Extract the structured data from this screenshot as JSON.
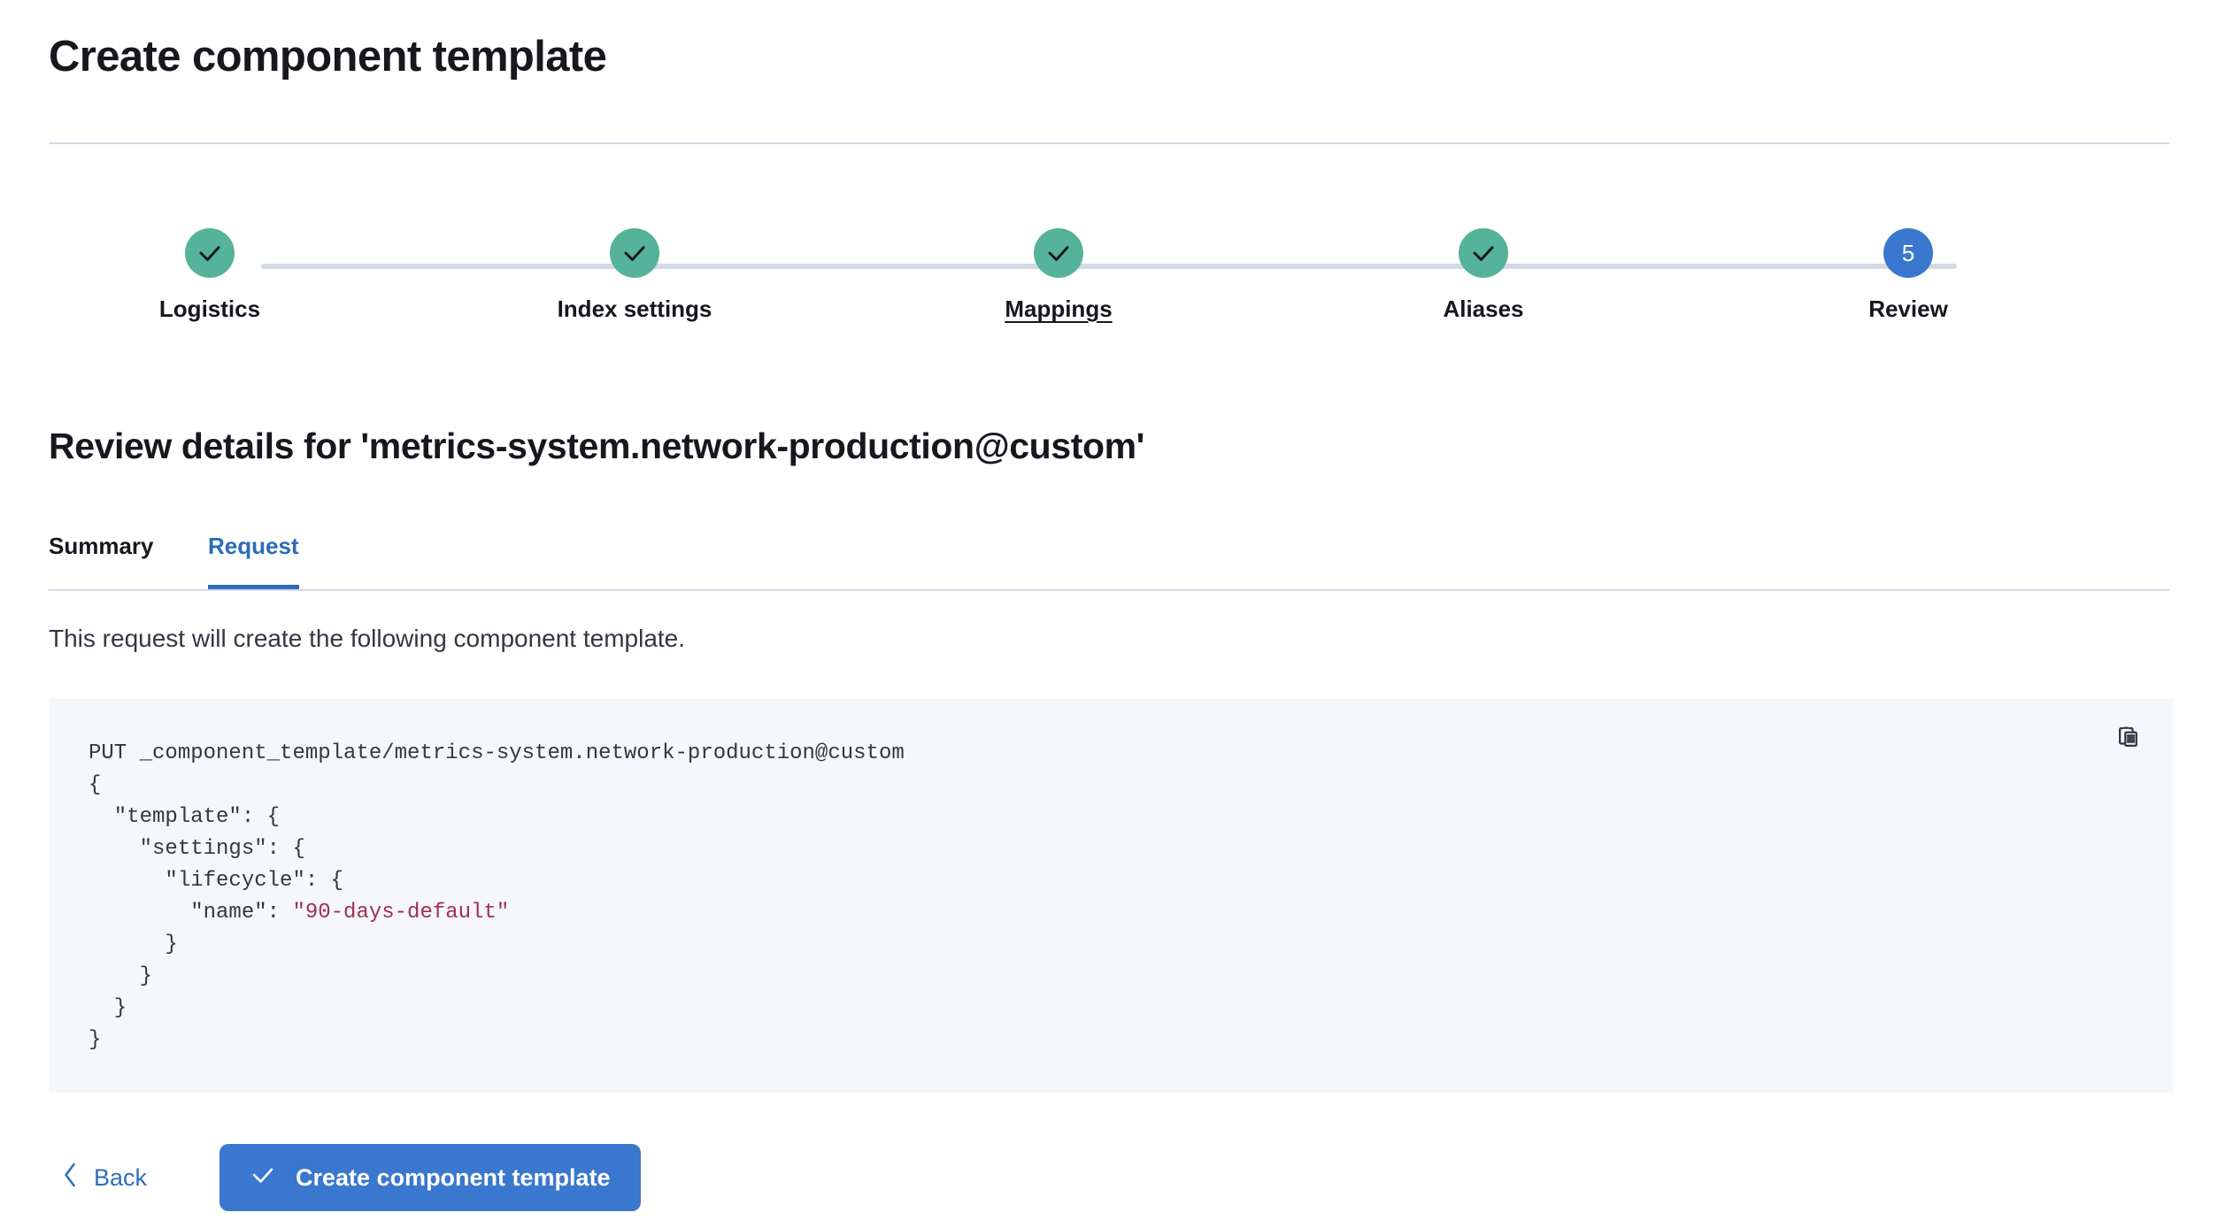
{
  "header": {
    "title": "Create component template"
  },
  "stepper": {
    "steps": [
      {
        "label": "Logistics",
        "state": "complete",
        "icon": "check-icon",
        "hovered": false
      },
      {
        "label": "Index settings",
        "state": "complete",
        "icon": "check-icon",
        "hovered": false
      },
      {
        "label": "Mappings",
        "state": "complete",
        "icon": "check-icon",
        "hovered": true
      },
      {
        "label": "Aliases",
        "state": "complete",
        "icon": "check-icon",
        "hovered": false
      },
      {
        "label": "Review",
        "state": "current",
        "number": "5",
        "hovered": false
      }
    ],
    "complete_color": "#54b399",
    "current_color": "#3a77ce",
    "line_color": "#d3dae6"
  },
  "review": {
    "heading": "Review details for 'metrics-system.network-production@custom'",
    "tabs": [
      {
        "label": "Summary",
        "active": false
      },
      {
        "label": "Request",
        "active": true
      }
    ],
    "active_tab_color": "#2f6fb8",
    "description": "This request will create the following component template."
  },
  "request": {
    "copy_icon": "copy-clipboard-icon",
    "method_and_path": "PUT _component_template/metrics-system.network-production@custom",
    "body_lines": [
      "{",
      "  \"template\": {",
      "    \"settings\": {",
      "      \"lifecycle\": {",
      "        \"name\": ",
      "      }",
      "    }",
      "  }",
      "}"
    ],
    "lifecycle_name_value": "\"90-days-default\"",
    "string_color": "#a03050",
    "background_color": "#f5f7fa"
  },
  "footer": {
    "back_label": "Back",
    "back_icon": "chevron-left-icon",
    "submit_label": "Create component template",
    "submit_icon": "check-icon",
    "submit_color": "#3a77ce"
  }
}
